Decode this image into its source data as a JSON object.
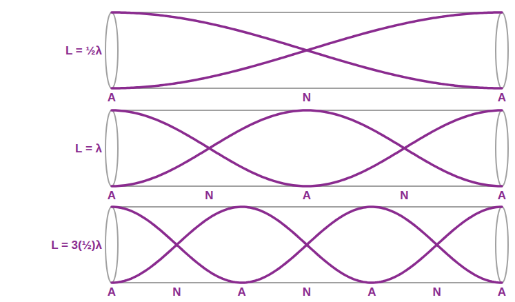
{
  "diagram": {
    "labels": [
      "L = ½λ",
      "A",
      "N",
      "A",
      "L = λ",
      "A",
      "N",
      "A",
      "N",
      "A",
      "L = 3(½)λ",
      "A",
      "N",
      "A",
      "N",
      "A",
      "N",
      "A"
    ]
  }
}
